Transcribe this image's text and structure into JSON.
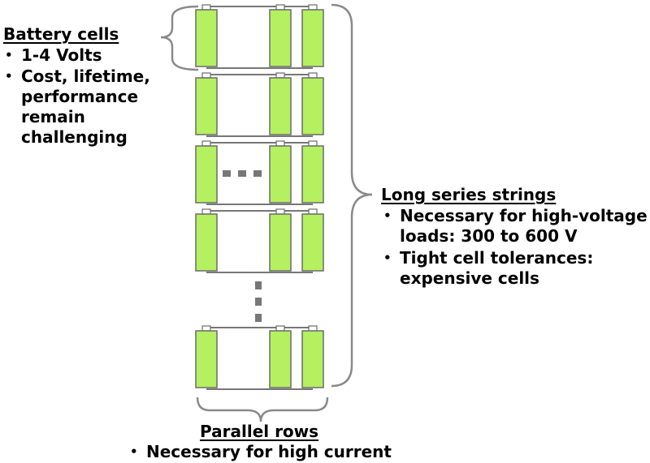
{
  "colors": {
    "cell_fill": "#b4f060",
    "cell_stroke": "#6b6b6b",
    "wire": "#777777",
    "brace": "#8a8a8a",
    "ellipsis": "#777777"
  },
  "battery_cells": {
    "heading": "Battery cells",
    "bullets": [
      {
        "lines": [
          "1-4 Volts"
        ]
      },
      {
        "lines": [
          "Cost, lifetime,",
          "performance",
          "remain",
          "challenging"
        ]
      }
    ]
  },
  "series_strings": {
    "heading": "Long series strings",
    "bullets": [
      {
        "lines": [
          "Necessary for high-voltage",
          "loads: 300 to 600 V"
        ]
      },
      {
        "lines": [
          "Tight cell tolerances:",
          "expensive cells"
        ]
      }
    ]
  },
  "parallel_rows": {
    "heading": "Parallel rows",
    "bullets": [
      {
        "lines": [
          "Necessary for high current"
        ]
      }
    ]
  }
}
